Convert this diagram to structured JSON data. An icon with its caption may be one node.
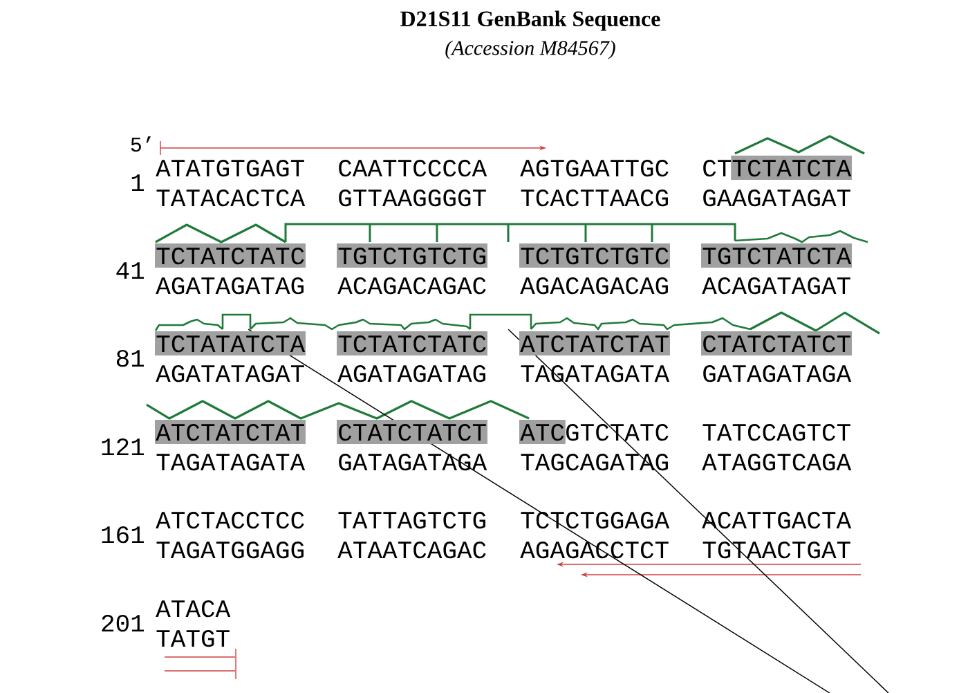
{
  "diagram": {
    "title": "D21S11 GenBank Sequence",
    "nodes": [
      {
        "text": [],
        "shape": "box"
      },
      {
        "text": [],
        "shape": "box"
      }
    ],
    "edges": [
      {
        "from": 0,
        "to": null,
        "arrow": "none"
      },
      {
        "from": 1,
        "to": null,
        "arrow": "none"
      }
    ],
    "labels": [
      "(Accession M84567)",
      "5’",
      "1",
      "ATATGTGAGT",
      "CAATTCCCCA",
      "AGTGAATTGC",
      "CTTCTATCTA",
      "TATACACTCA",
      "GTTAAGGGGT",
      "TCACTTAACG",
      "GAAGATAGAT",
      "41",
      "TCTATCTATC",
      "TGTCTGTCTG",
      "TCTGTCTGTC",
      "TGTCTATCTA",
      "AGATAGATAG",
      "ACAGACAGAC",
      "AGACAGACAG",
      "ACAGATAGAT",
      "81",
      "TCTATATCTA",
      "TCTATCTATC",
      "ATCTATCTAT",
      "CTATCTATCT",
      "AGATATAGAT",
      "AGATAGATAG",
      "TAGATAGATA",
      "GATAGATAGA",
      "121",
      "ATCTATCTAT",
      "CTATCTATCT",
      "ATCGTCTATC",
      "TATCCAGTCT",
      "TAGATAGATA",
      "GATAGATAGA",
      "TAGCAGATAG",
      "ATAGGTCAGA",
      "161",
      "ATCTACCTCC",
      "TATTAGTCTG",
      "TCTCTGGAGA",
      "ACATTGACTA",
      "TAGATGGAGG",
      "ATAATCAGAC",
      "AGAGACCTCT",
      "TGTAACTGAT",
      "201",
      "ATACA",
      "TATGT"
    ]
  }
}
